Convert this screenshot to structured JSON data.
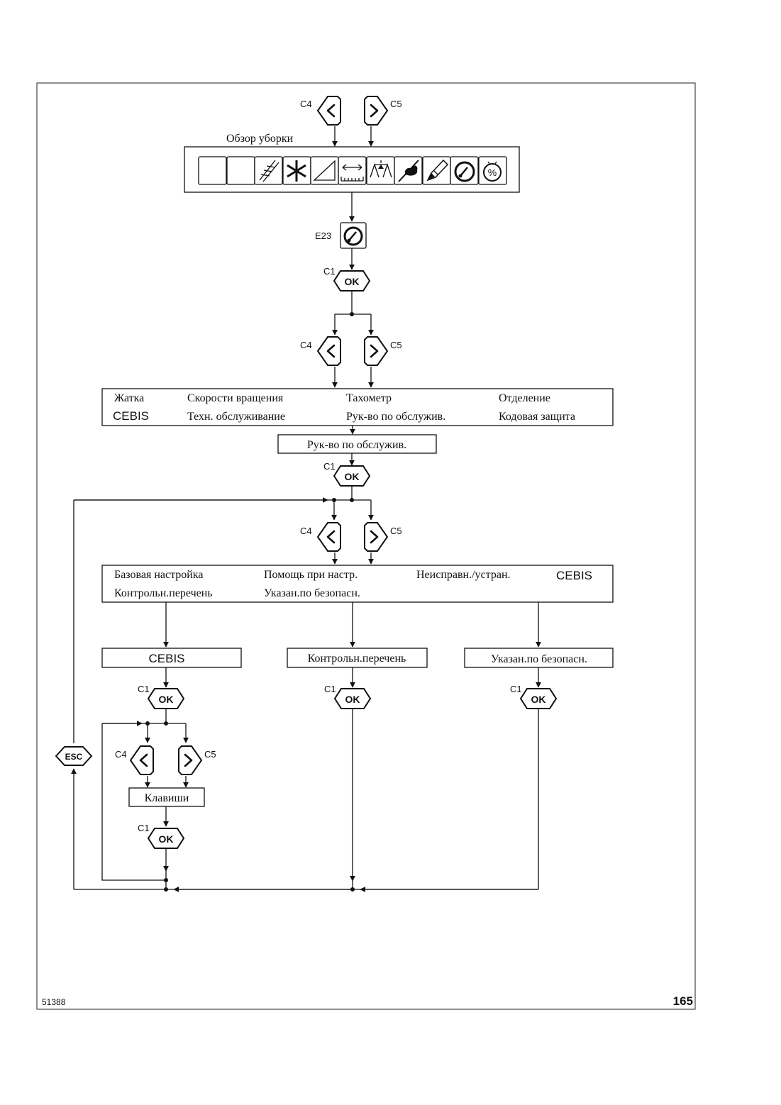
{
  "keys": {
    "left": "C4",
    "right": "C5",
    "ok": "C1",
    "ok_label": "OK",
    "esc_label": "ESC",
    "gauge": "E23"
  },
  "harvest_overview": {
    "title": "Обзор уборки",
    "icons": [
      "blank-icon",
      "blank-icon",
      "cutterbar-icon",
      "rotor-speed-icon",
      "slope-icon",
      "cutting-width-icon",
      "scale-icon",
      "grain-icon",
      "pencil-icon",
      "tachometer-icon",
      "percent-icon"
    ]
  },
  "main_menu": {
    "row1": [
      "Жатка",
      "Скорости вращения",
      "Тахометр",
      "Отделение"
    ],
    "row2": [
      "CEBIS",
      "Техн. обслуживание",
      "Рук-во по обслужив.",
      "Кодовая защита"
    ]
  },
  "selected_menu": "Рук-во по обслужив.",
  "manual_menu": {
    "row1": [
      "Базовая настройка",
      "Помощь при настр.",
      "Неисправн./устран.",
      "CEBIS"
    ],
    "row2": [
      "Контрольн.перечень",
      "Указан.по безопасн."
    ]
  },
  "branches": {
    "cebis": "CEBIS",
    "checklist": "Контрольн.перечень",
    "safety": "Указан.по безопасн."
  },
  "keys_box": "Клавиши",
  "footer": {
    "figure_number": "51388",
    "page_number": "165"
  }
}
